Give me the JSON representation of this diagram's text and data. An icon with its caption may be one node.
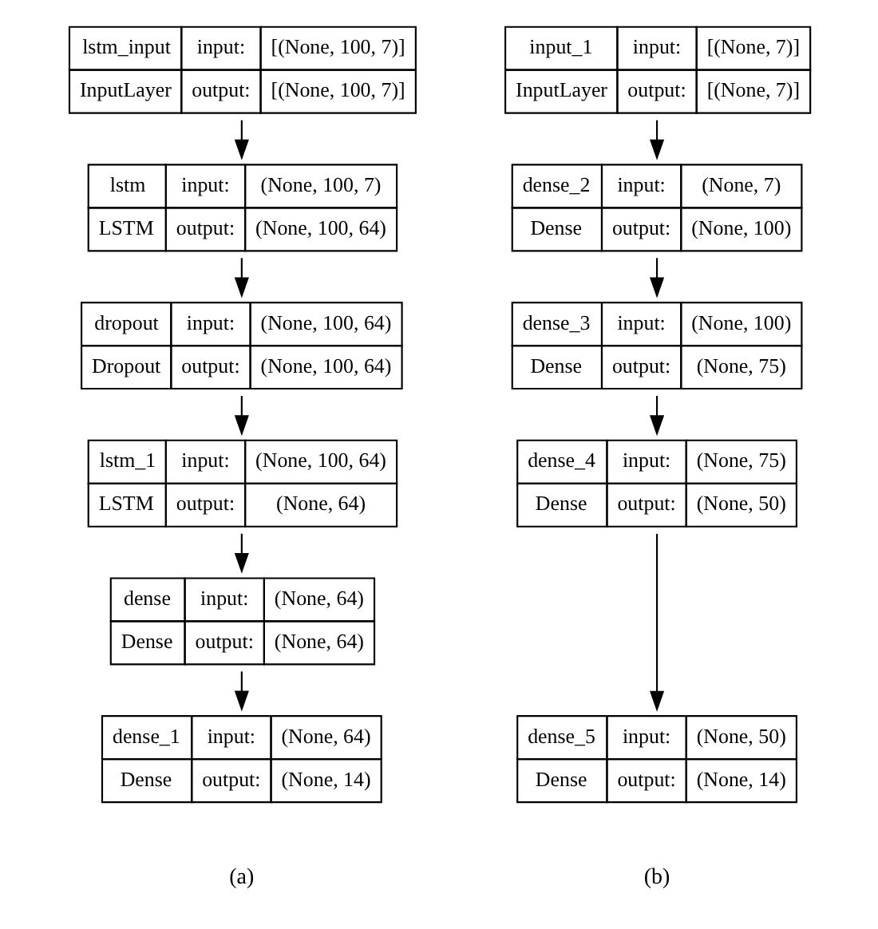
{
  "diagram": {
    "nodes": [
      {
        "text": [
          "lstm_input",
          "input:",
          "[(None, 100, 7)]",
          "InputLayer",
          "output:",
          "[(None, 100, 7)]"
        ]
      },
      {
        "text": [
          "lstm",
          "input:",
          "(None, 100, 7)",
          "LSTM",
          "output:",
          "(None, 100, 64)"
        ]
      },
      {
        "text": [
          "dropout",
          "input:",
          "(None, 100, 64)",
          "Dropout",
          "output:",
          "(None, 100, 64)"
        ]
      },
      {
        "text": [
          "lstm_1",
          "input:",
          "(None, 100, 64)",
          "LSTM",
          "output:",
          "(None, 64)"
        ]
      },
      {
        "text": [
          "dense",
          "input:",
          "(None, 64)",
          "Dense",
          "output:",
          "(None, 64)"
        ]
      },
      {
        "text": [
          "dense_1",
          "input:",
          "(None, 64)",
          "Dense",
          "output:",
          "(None, 14)"
        ]
      },
      {
        "text": [
          "input_1",
          "input:",
          "[(None, 7)]",
          "InputLayer",
          "output:",
          "[(None, 7)]"
        ]
      },
      {
        "text": [
          "dense_2",
          "input:",
          "(None, 7)",
          "Dense",
          "output:",
          "(None, 100)"
        ]
      },
      {
        "text": [
          "dense_3",
          "input:",
          "(None, 100)",
          "Dense",
          "output:",
          "(None, 75)"
        ]
      },
      {
        "text": [
          "dense_4",
          "input:",
          "(None, 75)",
          "Dense",
          "output:",
          "(None, 50)"
        ]
      },
      {
        "text": [
          "dense_5",
          "input:",
          "(None, 50)",
          "Dense",
          "output:",
          "(None, 14)"
        ]
      }
    ],
    "edges": [
      {
        "from": 0,
        "to": 1,
        "arrow": "to"
      },
      {
        "from": 1,
        "to": 2,
        "arrow": "to"
      },
      {
        "from": 2,
        "to": 3,
        "arrow": "to"
      },
      {
        "from": 3,
        "to": 4,
        "arrow": "to"
      },
      {
        "from": 4,
        "to": 5,
        "arrow": "to"
      },
      {
        "from": 6,
        "to": 7,
        "arrow": "to"
      },
      {
        "from": 7,
        "to": 8,
        "arrow": "to"
      },
      {
        "from": 8,
        "to": 9,
        "arrow": "to"
      },
      {
        "from": 9,
        "to": 10,
        "arrow": "to"
      }
    ],
    "labels": [
      "(a)",
      "(b)"
    ]
  }
}
